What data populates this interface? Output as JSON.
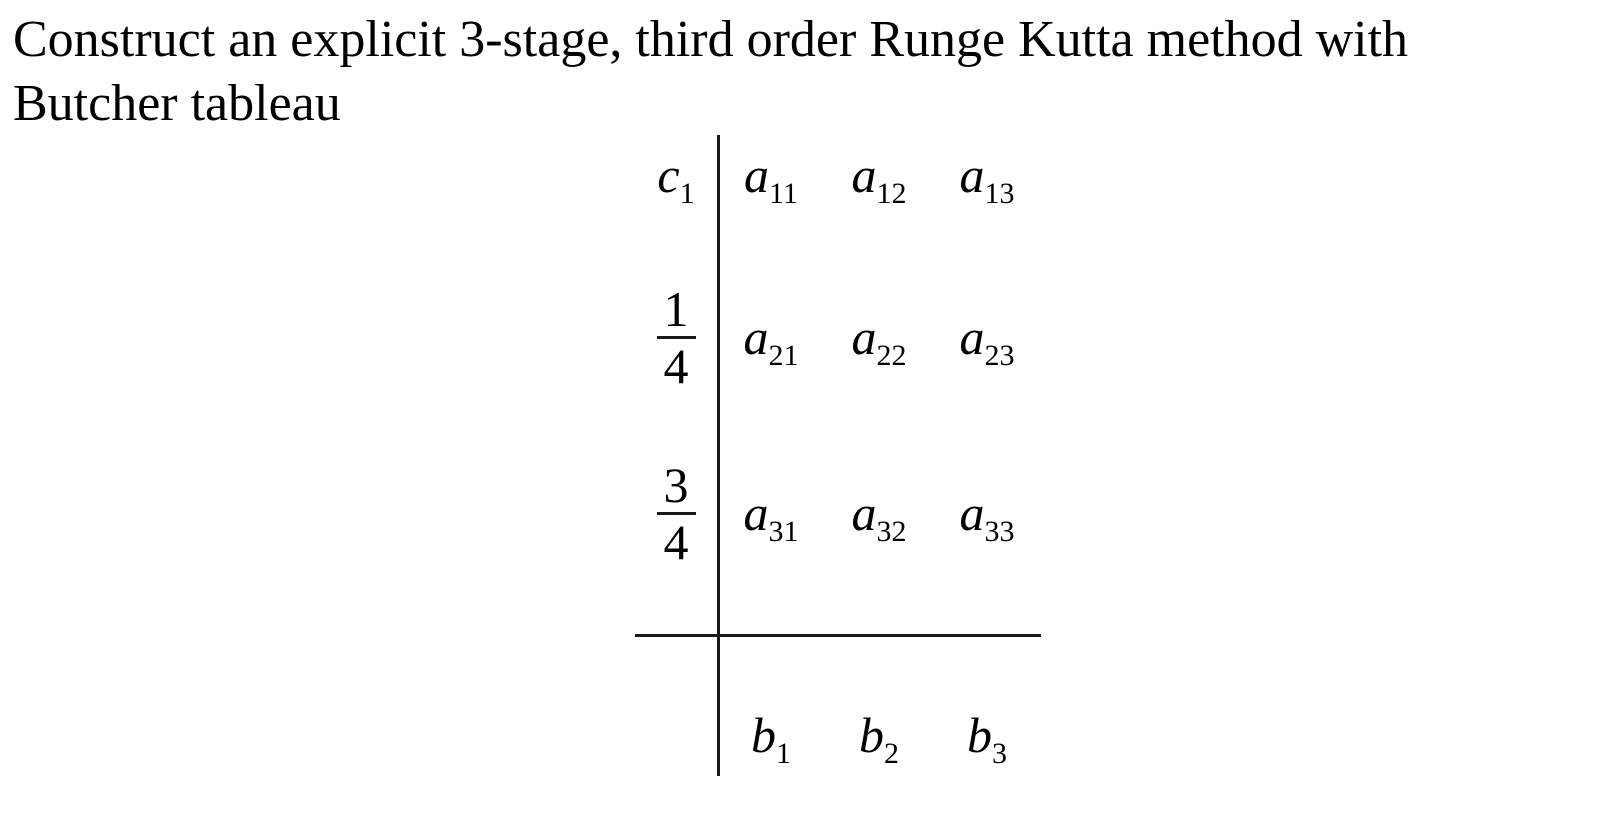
{
  "problem": {
    "line1": "Construct an explicit 3-stage, third order Runge Kutta method with",
    "line2": "Butcher tableau"
  },
  "tableau": {
    "rows": [
      {
        "label": {
          "base": "c",
          "sub": "1"
        },
        "entries": [
          {
            "base": "a",
            "sub": "11"
          },
          {
            "base": "a",
            "sub": "12"
          },
          {
            "base": "a",
            "sub": "13"
          }
        ]
      },
      {
        "label": {
          "num": "1",
          "den": "4"
        },
        "entries": [
          {
            "base": "a",
            "sub": "21"
          },
          {
            "base": "a",
            "sub": "22"
          },
          {
            "base": "a",
            "sub": "23"
          }
        ]
      },
      {
        "label": {
          "num": "3",
          "den": "4"
        },
        "entries": [
          {
            "base": "a",
            "sub": "31"
          },
          {
            "base": "a",
            "sub": "32"
          },
          {
            "base": "a",
            "sub": "33"
          }
        ]
      }
    ],
    "weights": [
      {
        "base": "b",
        "sub": "1"
      },
      {
        "base": "b",
        "sub": "2"
      },
      {
        "base": "b",
        "sub": "3"
      }
    ]
  },
  "colors": {
    "text": "#000000",
    "rule": "#1a1a1a",
    "background": "#ffffff"
  }
}
